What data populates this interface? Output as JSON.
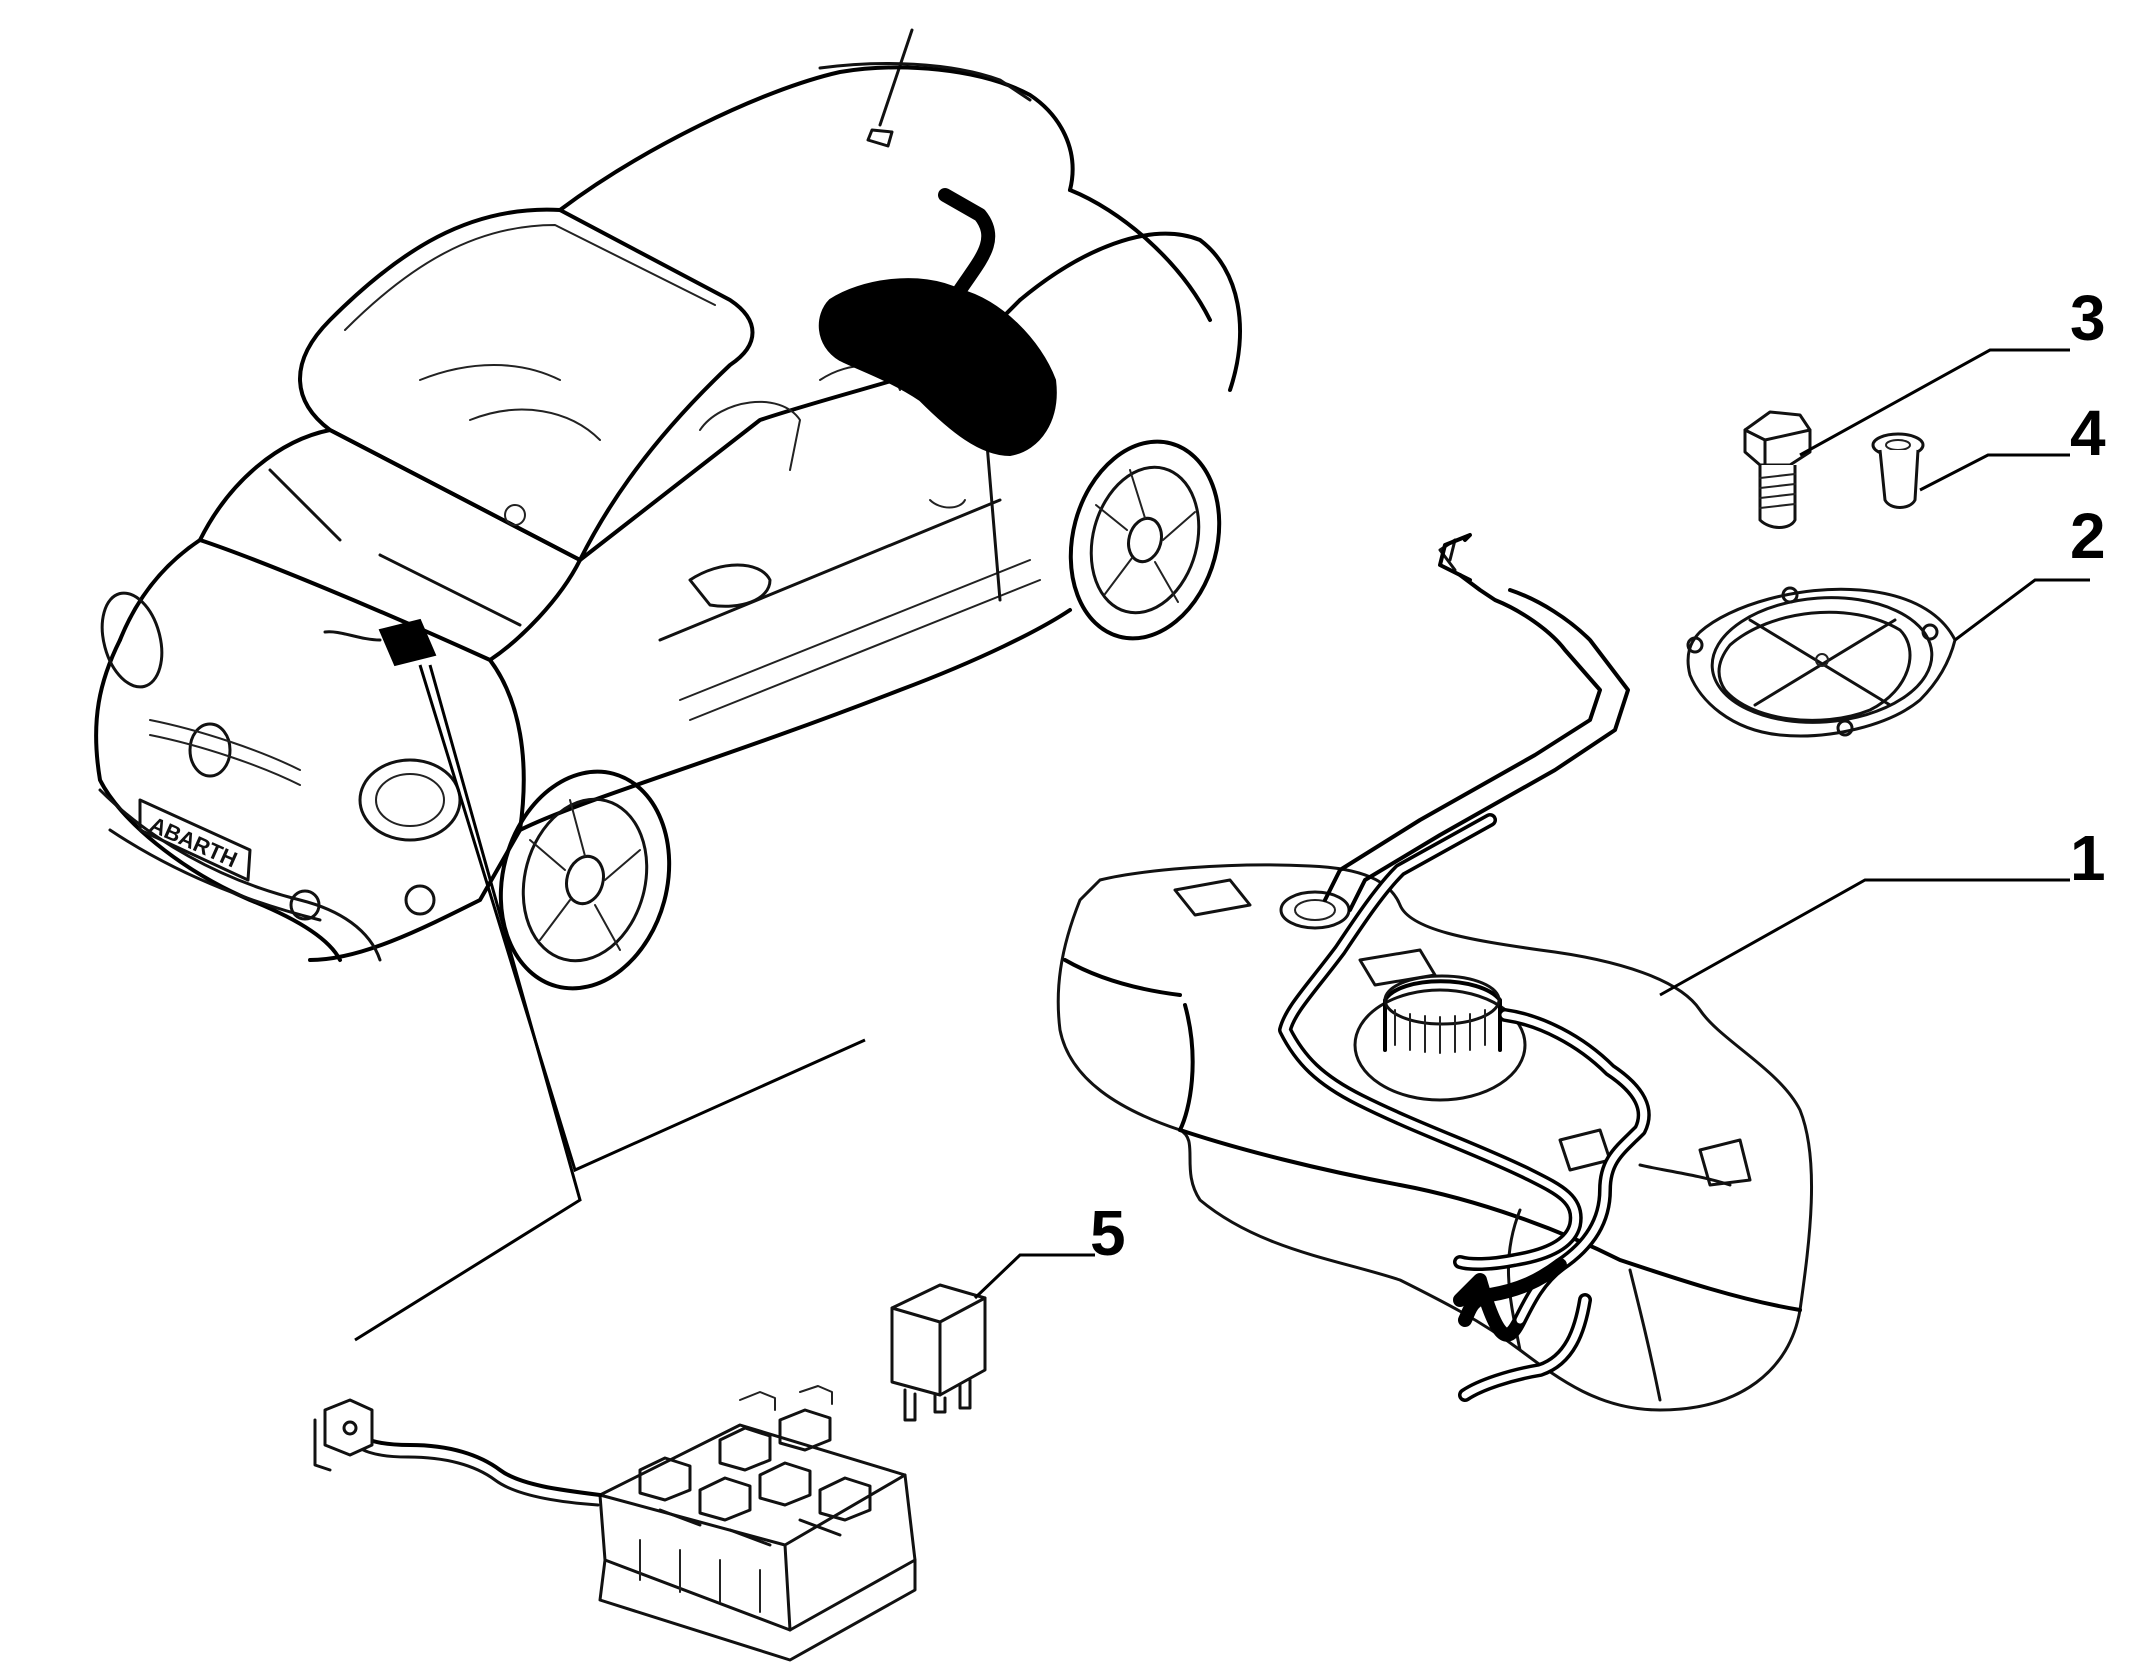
{
  "callouts": {
    "c1": "1",
    "c2": "2",
    "c3": "3",
    "c4": "4",
    "c5": "5"
  },
  "car_badge": "ABARTH",
  "icons": {
    "vehicle": "car-overview-icon",
    "tank": "fuel-tank-icon",
    "gasket": "gasket-icon",
    "bolt": "bolt-icon",
    "nut": "rivet-nut-icon",
    "relay": "relay-icon",
    "fusebox": "fuse-box-icon"
  }
}
